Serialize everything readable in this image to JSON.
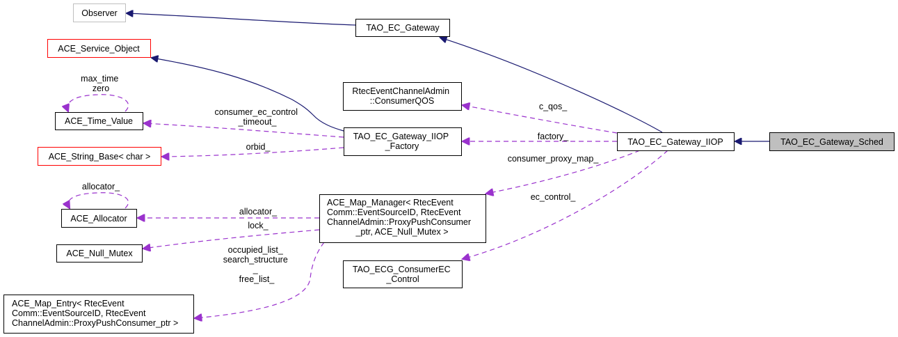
{
  "diagram": {
    "type": "collaboration-graph",
    "colors": {
      "inheritance_edge": "#191970",
      "usage_edge": "#9a32cd",
      "focus_fill": "#bfbfbf",
      "external_border": "#bfbfbf",
      "incomplete_border": "#ff0000"
    },
    "nodes": {
      "observer": {
        "lines": [
          "Observer"
        ],
        "style": "gray"
      },
      "ace_service_object": {
        "lines": [
          "ACE_Service_Object"
        ],
        "style": "red"
      },
      "ace_time_value": {
        "lines": [
          "ACE_Time_Value"
        ],
        "style": "normal"
      },
      "ace_string_base": {
        "lines": [
          "ACE_String_Base< char >"
        ],
        "style": "red"
      },
      "ace_allocator": {
        "lines": [
          "ACE_Allocator"
        ],
        "style": "normal"
      },
      "ace_null_mutex": {
        "lines": [
          "ACE_Null_Mutex"
        ],
        "style": "normal"
      },
      "ace_map_entry": {
        "lines": [
          "ACE_Map_Entry< RtecEvent",
          "Comm::EventSourceID, RtecEvent",
          "ChannelAdmin::ProxyPushConsumer_ptr >"
        ],
        "style": "normal"
      },
      "tao_ec_gateway": {
        "lines": [
          "TAO_EC_Gateway"
        ],
        "style": "normal"
      },
      "consumer_qos": {
        "lines": [
          "RtecEventChannelAdmin",
          "::ConsumerQOS"
        ],
        "style": "normal"
      },
      "iiop_factory": {
        "lines": [
          "TAO_EC_Gateway_IIOP",
          "_Factory"
        ],
        "style": "normal"
      },
      "ace_map_manager": {
        "lines": [
          "ACE_Map_Manager< RtecEvent",
          "Comm::EventSourceID, RtecEvent",
          "ChannelAdmin::ProxyPushConsumer",
          "_ptr, ACE_Null_Mutex >"
        ],
        "style": "normal"
      },
      "consumer_ec_control": {
        "lines": [
          "TAO_ECG_ConsumerEC",
          "_Control"
        ],
        "style": "normal"
      },
      "tao_ec_gateway_iiop": {
        "lines": [
          "TAO_EC_Gateway_IIOP"
        ],
        "style": "normal"
      },
      "tao_ec_gateway_sched": {
        "lines": [
          "TAO_EC_Gateway_Sched"
        ],
        "style": "focus"
      }
    },
    "edge_labels": {
      "time_value_self": [
        "max_time",
        "zero"
      ],
      "consumer_ec_control_timeout": [
        "consumer_ec_control",
        "_timeout_"
      ],
      "orbid": [
        "orbid_"
      ],
      "allocator_self": [
        "allocator_"
      ],
      "allocator": [
        "allocator_"
      ],
      "lock": [
        "lock_"
      ],
      "map_entry": [
        "occupied_list_",
        "search_structure",
        "_",
        "free_list_"
      ],
      "c_qos": [
        "c_qos_"
      ],
      "factory": [
        "factory_"
      ],
      "consumer_proxy_map": [
        "consumer_proxy_map_"
      ],
      "ec_control": [
        "ec_control_"
      ]
    }
  }
}
